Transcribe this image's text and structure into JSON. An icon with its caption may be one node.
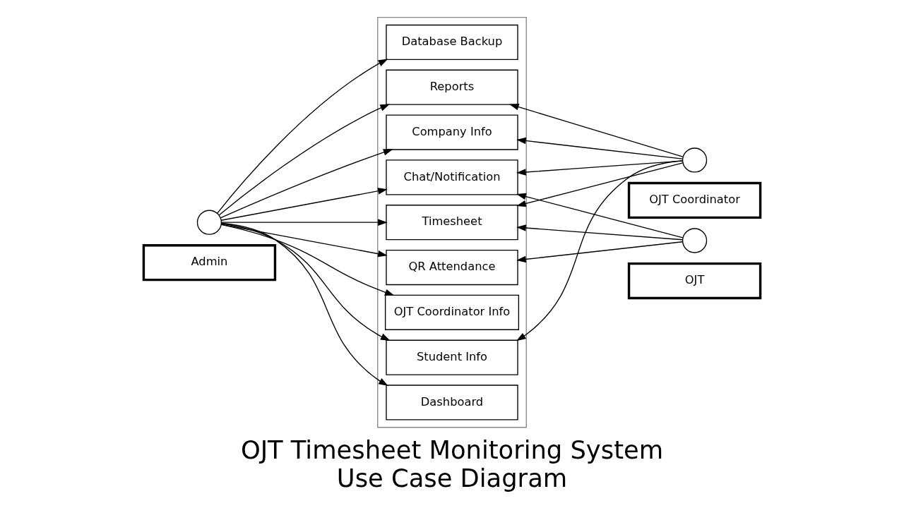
{
  "diagram": {
    "title": "OJT Timesheet Monitoring System",
    "caption": "Use Case Diagram",
    "nodes": [
      {
        "text": [],
        "shape": "person"
      },
      {
        "text": [
          "Admin"
        ]
      },
      {
        "text": [],
        "shape": "box"
      },
      {
        "text": [
          "Dashboard"
        ],
        "in": 2
      },
      {
        "text": [
          "Student Info"
        ],
        "in": 2
      },
      {
        "text": [
          "OJT Coordinator Info"
        ],
        "in": 2
      },
      {
        "text": [
          "Company Info"
        ],
        "in": 2
      },
      {
        "text": [
          "QR Attendance"
        ],
        "in": 2
      },
      {
        "text": [
          "Timesheet"
        ],
        "in": 2
      },
      {
        "text": [
          "Chat/Notification"
        ],
        "in": 2
      },
      {
        "text": [
          "Reports"
        ],
        "in": 2
      },
      {
        "text": [
          "Database Backup"
        ],
        "in": 2
      },
      {
        "text": [],
        "shape": "person"
      },
      {
        "text": [
          "OJT Coordinator"
        ]
      },
      {
        "text": [],
        "shape": "person"
      },
      {
        "text": [
          "OJT"
        ]
      }
    ],
    "edges": [
      {
        "from": 0,
        "to": 3,
        "arrow": "to"
      },
      {
        "from": 0,
        "to": 4,
        "arrow": "to"
      },
      {
        "from": 0,
        "to": 5,
        "arrow": "to"
      },
      {
        "from": 0,
        "to": 6,
        "arrow": "to"
      },
      {
        "from": 0,
        "to": 7,
        "arrow": "to"
      },
      {
        "from": 0,
        "to": 8,
        "arrow": "to"
      },
      {
        "from": 0,
        "to": 9,
        "arrow": "to"
      },
      {
        "from": 0,
        "to": 10,
        "arrow": "to"
      },
      {
        "from": 0,
        "to": 11,
        "arrow": "to"
      },
      {
        "from": 12,
        "to": 4,
        "arrow": "to"
      },
      {
        "from": 12,
        "to": 6,
        "arrow": "to"
      },
      {
        "from": 12,
        "to": 8,
        "arrow": "to"
      },
      {
        "from": 12,
        "to": 9,
        "arrow": "to"
      },
      {
        "from": 12,
        "to": 10,
        "arrow": "to"
      },
      {
        "from": 14,
        "to": 7,
        "arrow": "to"
      },
      {
        "from": 14,
        "to": 8,
        "arrow": "to"
      },
      {
        "from": 14,
        "to": 9,
        "arrow": "to"
      }
    ]
  }
}
